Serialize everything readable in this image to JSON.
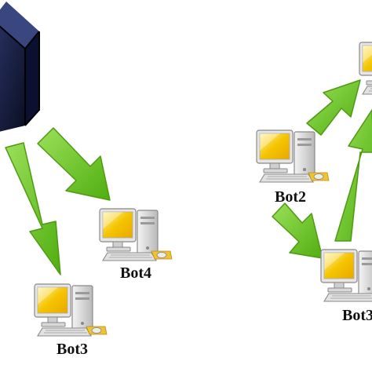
{
  "nodes": [
    {
      "id": "bot4",
      "label": "Bot4"
    },
    {
      "id": "bot3-left",
      "label": "Bot3"
    },
    {
      "id": "bot2",
      "label": "Bot2"
    },
    {
      "id": "bot3-right",
      "label": "Bot3"
    }
  ],
  "colors": {
    "arrow_fill": "#6ccc1e",
    "arrow_stroke": "#4f9a12",
    "server_front": "#151b38",
    "server_top": "#2a3566",
    "screen": "#f5c400",
    "monitor_case": "#dcdcdc"
  },
  "icons": [
    "server-cube-icon",
    "computer-icon"
  ]
}
